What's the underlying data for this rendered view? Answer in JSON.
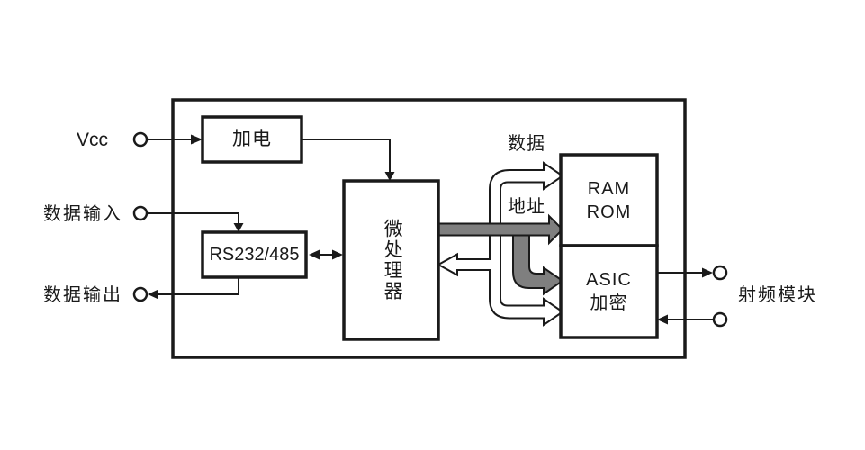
{
  "diagram": {
    "type": "block-diagram",
    "description": "Encryption module block diagram with MCU, RAM/ROM and ASIC encryption blocks",
    "terminals": {
      "vcc": {
        "label": "Vcc"
      },
      "data_in": {
        "label": "数据输入"
      },
      "data_out": {
        "label": "数据输出"
      },
      "rf_module": {
        "label": "射频模块"
      }
    },
    "blocks": {
      "power": {
        "label": "加电"
      },
      "serial": {
        "label": "RS232/485"
      },
      "mcu": {
        "label": "微处理器"
      },
      "memory": {
        "label": "RAM\nROM"
      },
      "asic": {
        "label": "ASIC\n加密"
      }
    },
    "buses": {
      "data": {
        "label": "数据",
        "fill": "#ffffff"
      },
      "address": {
        "label": "地址",
        "fill": "#7f7f7f"
      }
    },
    "colors": {
      "line": "#1a1a1a",
      "background": "#ffffff"
    }
  }
}
